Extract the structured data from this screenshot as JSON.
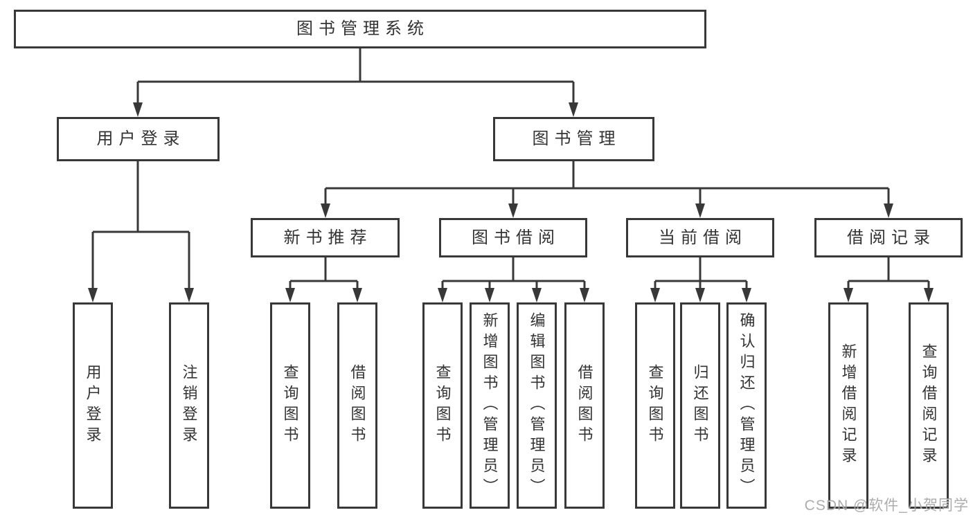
{
  "title": "图书管理系统",
  "watermark": "CSDN @软件_小贺同学",
  "colors": {
    "line": "#383838",
    "text": "#333333",
    "watermark": "#9e9e9e",
    "background": "#ffffff"
  },
  "tree": {
    "root": {
      "label": "图书管理系统"
    },
    "branches": [
      {
        "label": "用户登录",
        "children": [
          {
            "label": "用户登录"
          },
          {
            "label": "注销登录"
          }
        ]
      },
      {
        "label": "图书管理",
        "children": [
          {
            "label": "新书推荐",
            "children": [
              {
                "label": "查询图书"
              },
              {
                "label": "借阅图书"
              }
            ]
          },
          {
            "label": "图书借阅",
            "children": [
              {
                "label": "查询图书"
              },
              {
                "label": "新增图书（管理员）"
              },
              {
                "label": "编辑图书（管理员）"
              },
              {
                "label": "借阅图书"
              }
            ]
          },
          {
            "label": "当前借阅",
            "children": [
              {
                "label": "查询图书"
              },
              {
                "label": "归还图书"
              },
              {
                "label": "确认归还（管理员）"
              }
            ]
          },
          {
            "label": "借阅记录",
            "children": [
              {
                "label": "新增借阅记录"
              },
              {
                "label": "查询借阅记录"
              }
            ]
          }
        ]
      }
    ]
  }
}
